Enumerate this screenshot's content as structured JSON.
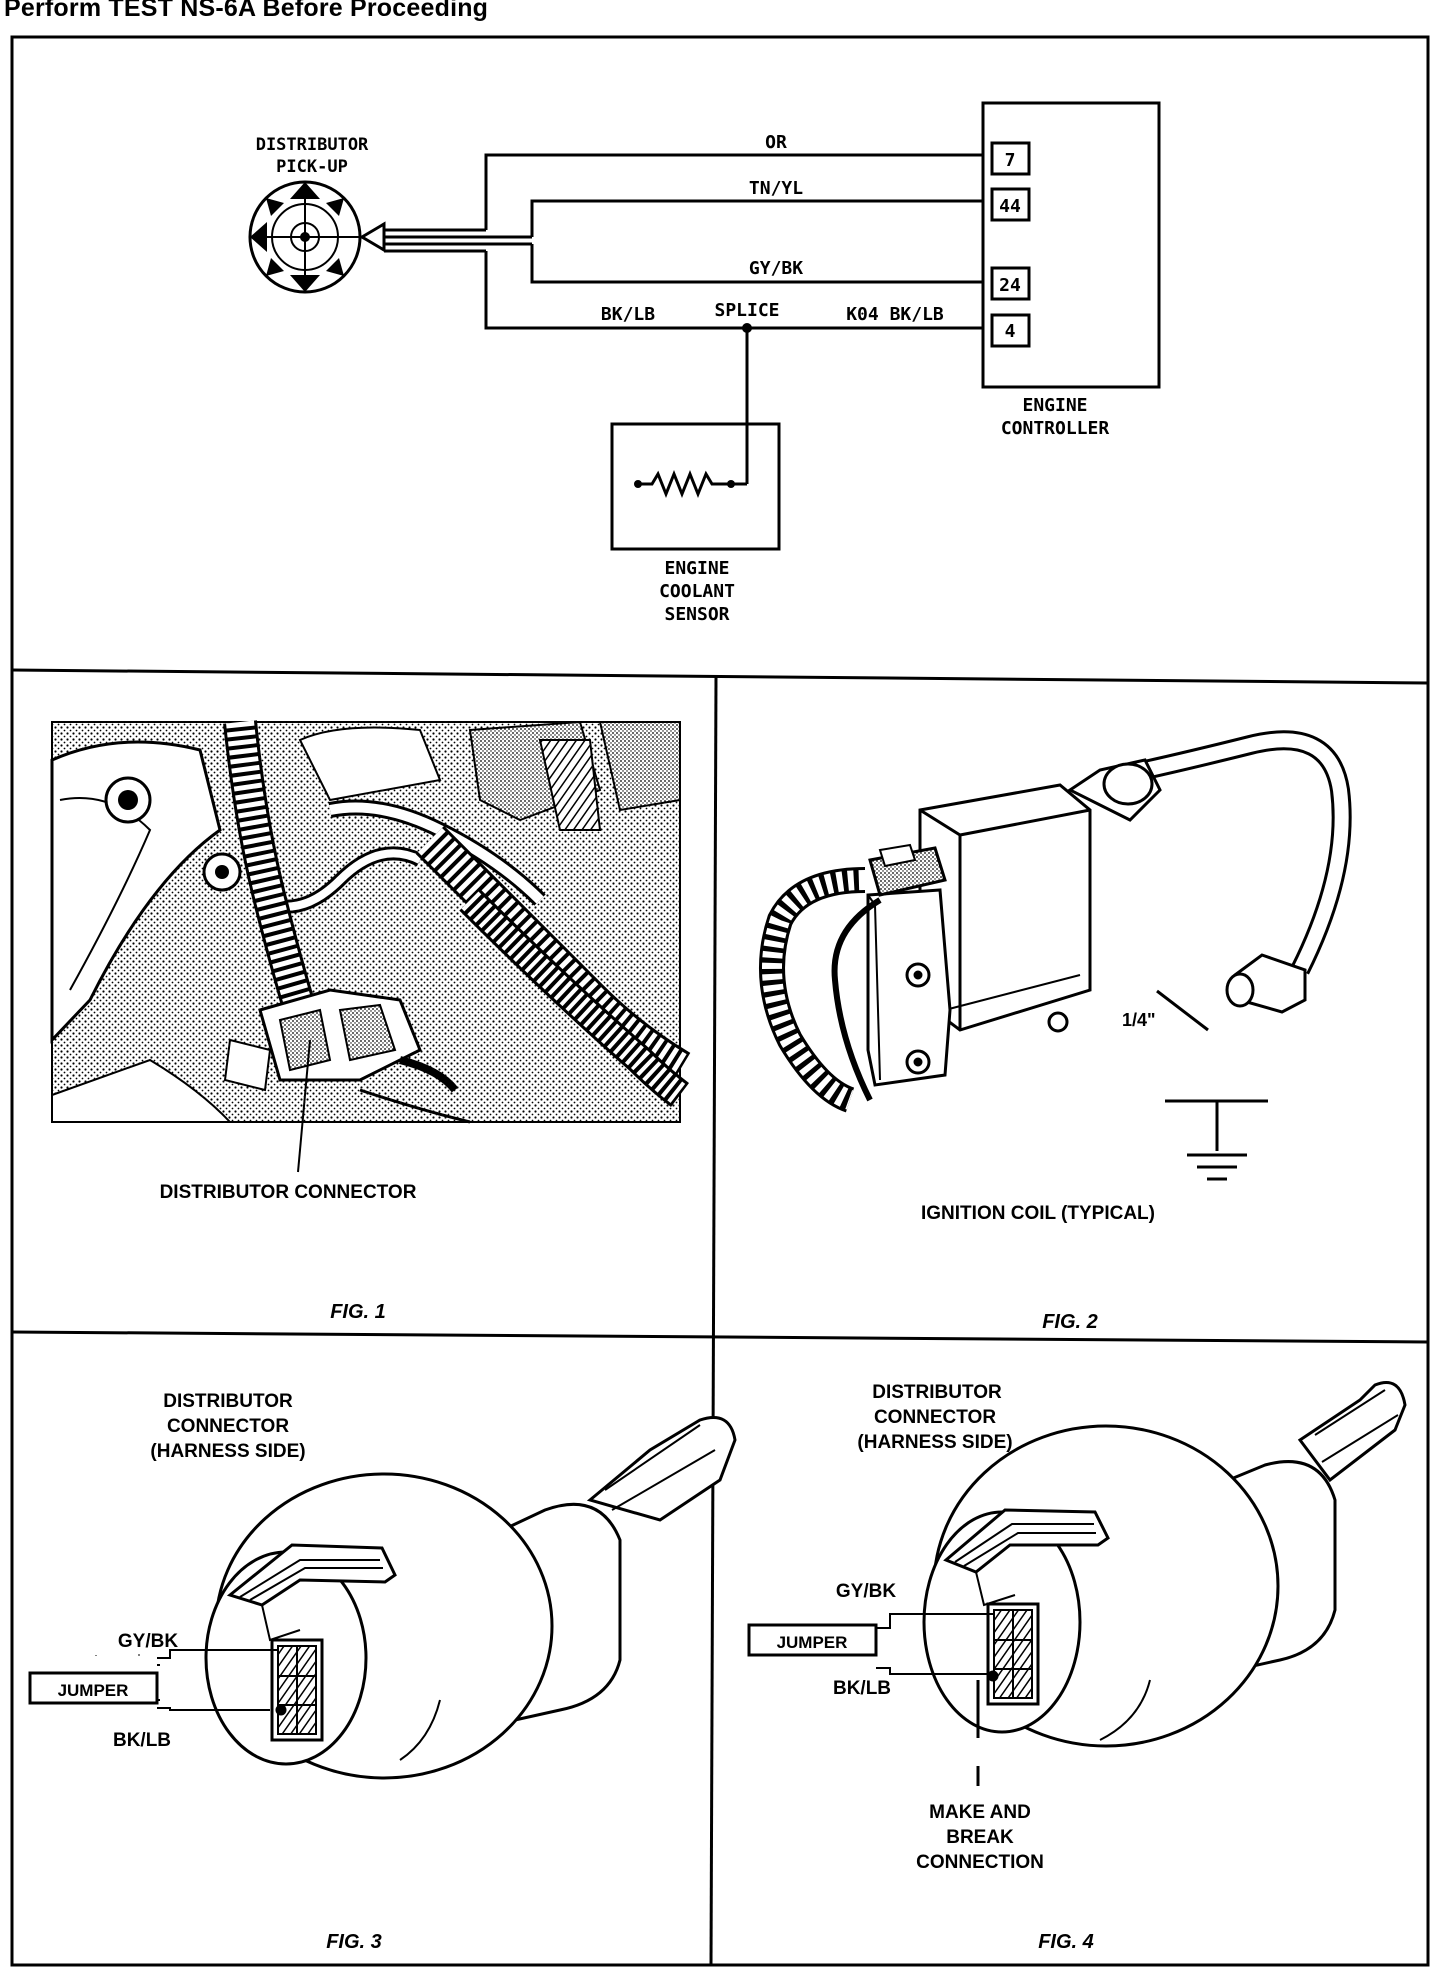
{
  "header": "Perform TEST NS-6A Before Proceeding",
  "schematic": {
    "distributor_label_1": "DISTRIBUTOR",
    "distributor_label_2": "PICK-UP",
    "wire_or": "OR",
    "wire_tnyl": "TN/YL",
    "wire_gybk": "GY/BK",
    "wire_bklb": "BK/LB",
    "splice": "SPLICE",
    "wire_k04": "K04 BK/LB",
    "pins": [
      "7",
      "44",
      "24",
      "4"
    ],
    "controller_1": "ENGINE",
    "controller_2": "CONTROLLER",
    "sensor_1": "ENGINE",
    "sensor_2": "COOLANT",
    "sensor_3": "SENSOR"
  },
  "fig1": {
    "caption": "DISTRIBUTOR CONNECTOR",
    "title": "FIG. 1"
  },
  "fig2": {
    "gap": "1/4\"",
    "caption": "IGNITION COIL (TYPICAL)",
    "title": "FIG. 2"
  },
  "fig3": {
    "label_1": "DISTRIBUTOR",
    "label_2": "CONNECTOR",
    "label_3": "(HARNESS SIDE)",
    "wire_top": "GY/BK",
    "jumper": "JUMPER",
    "wire_bottom": "BK/LB",
    "title": "FIG. 3"
  },
  "fig4": {
    "label_1": "DISTRIBUTOR",
    "label_2": "CONNECTOR",
    "label_3": "(HARNESS SIDE)",
    "wire_top": "GY/BK",
    "jumper": "JUMPER",
    "wire_bottom": "BK/LB",
    "make_1": "MAKE AND",
    "make_2": "BREAK",
    "make_3": "CONNECTION",
    "title": "FIG. 4"
  }
}
